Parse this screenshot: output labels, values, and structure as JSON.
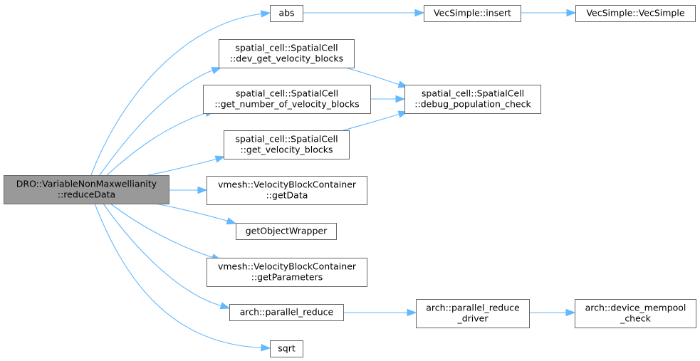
{
  "nodes": [
    {
      "id": "root",
      "lines": [
        "DRO::VariableNonMaxwellianity",
        "::reduceData"
      ],
      "root": true
    },
    {
      "id": "abs",
      "lines": [
        "abs"
      ]
    },
    {
      "id": "vec_insert",
      "lines": [
        "VecSimple::insert"
      ]
    },
    {
      "id": "vec_ctor",
      "lines": [
        "VecSimple::VecSimple"
      ]
    },
    {
      "id": "dev_get_vb",
      "lines": [
        "spatial_cell::SpatialCell",
        "::dev_get_velocity_blocks"
      ]
    },
    {
      "id": "get_num_vb",
      "lines": [
        "spatial_cell::SpatialCell",
        "::get_number_of_velocity_blocks"
      ]
    },
    {
      "id": "debug_pop",
      "lines": [
        "spatial_cell::SpatialCell",
        "::debug_population_check"
      ]
    },
    {
      "id": "get_vb",
      "lines": [
        "spatial_cell::SpatialCell",
        "::get_velocity_blocks"
      ]
    },
    {
      "id": "getdata",
      "lines": [
        "vmesh::VelocityBlockContainer",
        "::getData"
      ]
    },
    {
      "id": "getobj",
      "lines": [
        "getObjectWrapper"
      ]
    },
    {
      "id": "getparams",
      "lines": [
        "vmesh::VelocityBlockContainer",
        "::getParameters"
      ]
    },
    {
      "id": "par_reduce",
      "lines": [
        "arch::parallel_reduce"
      ]
    },
    {
      "id": "par_reduce_drv",
      "lines": [
        "arch::parallel_reduce",
        "_driver"
      ]
    },
    {
      "id": "mempool",
      "lines": [
        "arch::device_mempool",
        "_check"
      ]
    },
    {
      "id": "sqrt",
      "lines": [
        "sqrt"
      ]
    }
  ],
  "edges": [
    {
      "from": "root",
      "to": "abs"
    },
    {
      "from": "root",
      "to": "dev_get_vb"
    },
    {
      "from": "root",
      "to": "get_num_vb"
    },
    {
      "from": "root",
      "to": "get_vb"
    },
    {
      "from": "root",
      "to": "getdata"
    },
    {
      "from": "root",
      "to": "getobj"
    },
    {
      "from": "root",
      "to": "getparams"
    },
    {
      "from": "root",
      "to": "par_reduce"
    },
    {
      "from": "root",
      "to": "sqrt"
    },
    {
      "from": "abs",
      "to": "vec_insert"
    },
    {
      "from": "vec_insert",
      "to": "vec_ctor"
    },
    {
      "from": "dev_get_vb",
      "to": "debug_pop"
    },
    {
      "from": "get_num_vb",
      "to": "debug_pop"
    },
    {
      "from": "get_vb",
      "to": "debug_pop"
    },
    {
      "from": "par_reduce",
      "to": "par_reduce_drv"
    },
    {
      "from": "par_reduce_drv",
      "to": "mempool"
    }
  ]
}
